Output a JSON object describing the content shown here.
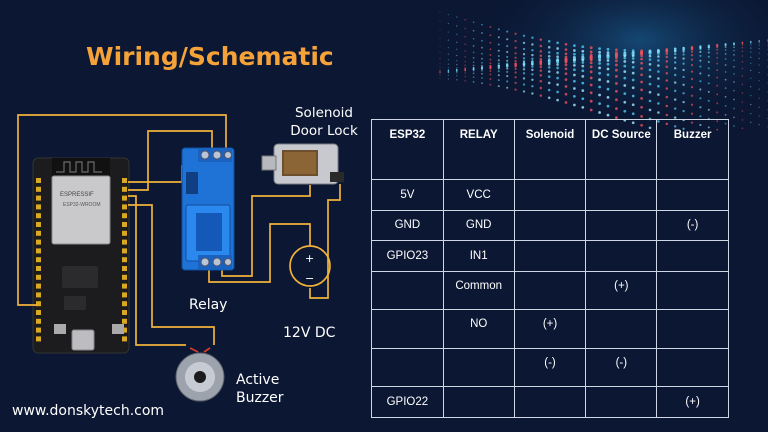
{
  "title": "Wiring/Schematic",
  "labels": {
    "solenoid_line1": "Solenoid",
    "solenoid_line2": "Door Lock",
    "relay": "Relay",
    "power": "12V DC",
    "buzzer_line1": "Active",
    "buzzer_line2": "Buzzer",
    "power_plus": "+",
    "power_minus": "−",
    "chip_brand": "ESPRESSIF",
    "chip_model": "ESP32-WROOM"
  },
  "website": "www.donskytech.com",
  "colors": {
    "background": "#0b1733",
    "title": "#f5a238",
    "wire": "#f1b23a",
    "wire_red": "#d93b2e",
    "relay_blue": "#1f73d6",
    "table_border": "#cfd6e4"
  },
  "table": {
    "headers": [
      "ESP32",
      "RELAY",
      "Solenoid",
      "DC Source",
      "Buzzer"
    ],
    "rows": [
      [
        "5V",
        "VCC",
        "",
        "",
        ""
      ],
      [
        "GND",
        "GND",
        "",
        "",
        "(-)"
      ],
      [
        "GPIO23",
        "IN1",
        "",
        "",
        ""
      ],
      [
        "",
        "Common",
        "",
        "(+)",
        ""
      ],
      [
        "",
        "NO",
        "(+)",
        "",
        ""
      ],
      [
        "",
        "",
        "(-)",
        "(-)",
        ""
      ],
      [
        "GPIO22",
        "",
        "",
        "",
        "(+)"
      ]
    ]
  }
}
